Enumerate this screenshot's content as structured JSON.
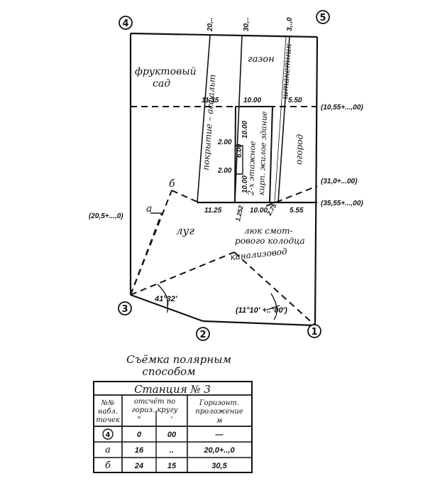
{
  "plan": {
    "stations": {
      "s4": "4",
      "s5": "5",
      "s3": "3",
      "s2": "2",
      "s1": "1"
    },
    "top_labels": {
      "t20": "20,..",
      "t30": "30,..",
      "t3": "3,.,0"
    },
    "areas": {
      "orchard": "фруктовый",
      "orchard2": "сад",
      "lawn": "газон",
      "asphalt": "покрытие – асфальт",
      "fence": "штакетник",
      "house": "2-х этажное",
      "house2": "кирп. жилое здание",
      "garden": "огород",
      "meadow": "луг",
      "hatch": "люк смот-",
      "hatch2": "рового колодца",
      "sewer": "канализовод"
    },
    "dims": {
      "d1135": "11.35",
      "d1000a": "10.00",
      "d550": "5.50",
      "d1000b": "10.00",
      "d600": "6.00",
      "d1000c": "10.00",
      "d200a": "2.00",
      "d200b": "2.00",
      "d1125": "11.25",
      "d1000d": "10.00",
      "d555": "5.55",
      "d1252": "1.252",
      "d275": "2.75"
    },
    "side_labels": {
      "r1": "(10,55+...,00)",
      "r2": "(31,0+...00)",
      "r3": "(35,55+...,00)",
      "l1": "(20,5+...,0)"
    },
    "points": {
      "a": "а",
      "b": "б"
    },
    "angles": {
      "ang1": "41°32'",
      "ang2": "(11°10' +..°00')"
    }
  },
  "caption": {
    "line1": "Съёмка полярным",
    "line2": "способом"
  },
  "table": {
    "title": "Станция № 3",
    "headers": {
      "col1a": "№№",
      "col1b": "набл.",
      "col1c": "точек",
      "col2a": "отсчёт по",
      "col2b": "гориз. кругу",
      "col3a": "Горизонт.",
      "col3b": "проложение",
      "deg": "°",
      "min": "'",
      "unit": "м"
    },
    "rows": [
      {
        "point": "4",
        "deg": "0",
        "min": "00",
        "dist": "—"
      },
      {
        "point": "а",
        "deg": "16",
        "min": "..",
        "dist": "20,0+..,0"
      },
      {
        "point": "б",
        "deg": "24",
        "min": "15",
        "dist": "30,5"
      }
    ]
  }
}
